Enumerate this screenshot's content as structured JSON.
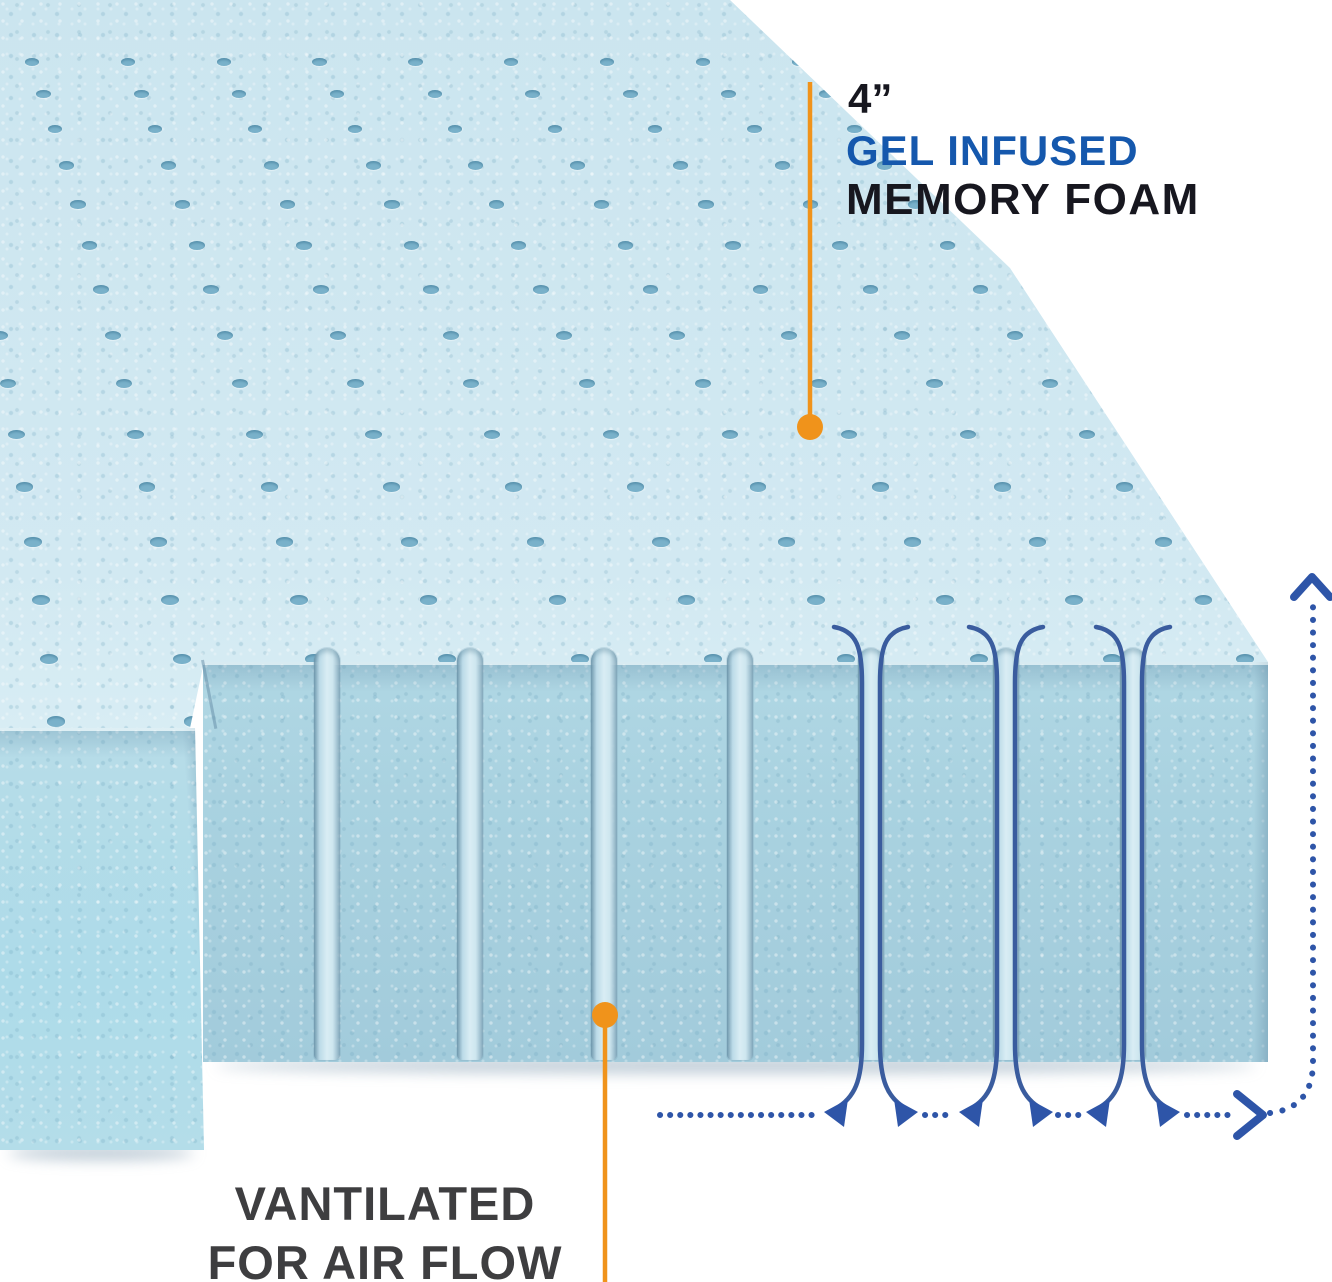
{
  "product_diagram": {
    "top_callout": {
      "size": "4”",
      "line1": "GEL INFUSED",
      "line2": "MEMORY FOAM"
    },
    "bottom_callout": {
      "line1": "VANTILATED",
      "line2": "FOR AIR FLOW"
    },
    "features": {
      "airflow_channel_count": 7,
      "airflow_arrow_pairs": 3
    }
  },
  "colors": {
    "accent_orange": "#f0931b",
    "label_blue": "#1558ad",
    "label_dark": "#17171f",
    "label_gray": "#3e3e40",
    "arrow_blue": "#3a5c9e",
    "dotted_blue": "#2e55a8",
    "foam_top": "#cbe5ef",
    "foam_front": "#a9d2e0",
    "foam_side": "#b7dce8",
    "foam_hole": "#79b1ca",
    "groove_light": "#d9edf4"
  }
}
